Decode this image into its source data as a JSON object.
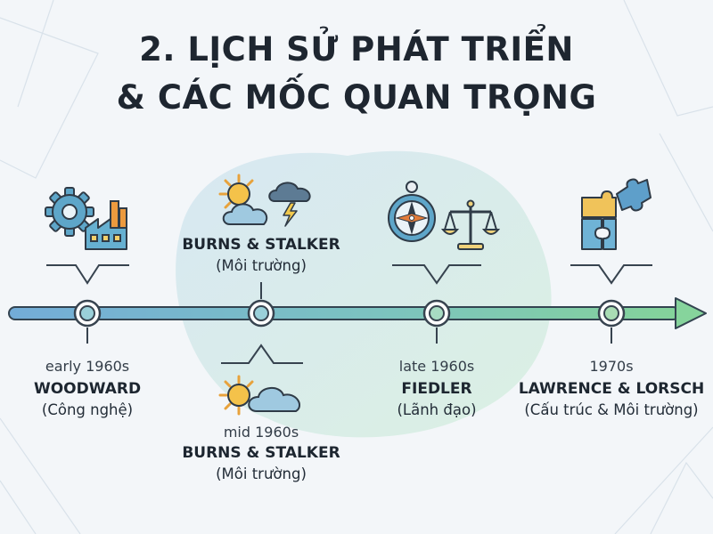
{
  "title": {
    "line1": "2. LỊCH SỬ PHÁT TRIỂN",
    "line2": "& CÁC MỐC QUAN TRỌNG"
  },
  "milestones": [
    {
      "date": "early 1960s",
      "name": "WOODWARD",
      "sub": "(Công nghệ)",
      "icon": "gear-factory-icon"
    },
    {
      "date": "",
      "name": "BURNS & STALKER",
      "sub": "(Môi trường)",
      "icon": "sun-cloud-storm-icon"
    },
    {
      "date": "mid 1960s",
      "name": "BURNS & STALKER",
      "sub": "(Môi trường)",
      "icon": "sun-cloud-icon"
    },
    {
      "date": "late 1960s",
      "name": "FIEDLER",
      "sub": "(Lãnh đạo)",
      "icon": "compass-scales-icon"
    },
    {
      "date": "1970s",
      "name": "LAWRENCE & LORSCH",
      "sub": "(Cấu trúc & Môi trường)",
      "icon": "puzzle-icon"
    }
  ],
  "colors": {
    "timeline_start": "#6fa9d6",
    "timeline_end": "#7ccc94",
    "blob": "#cfe9e3",
    "text": "#1f2a36"
  }
}
